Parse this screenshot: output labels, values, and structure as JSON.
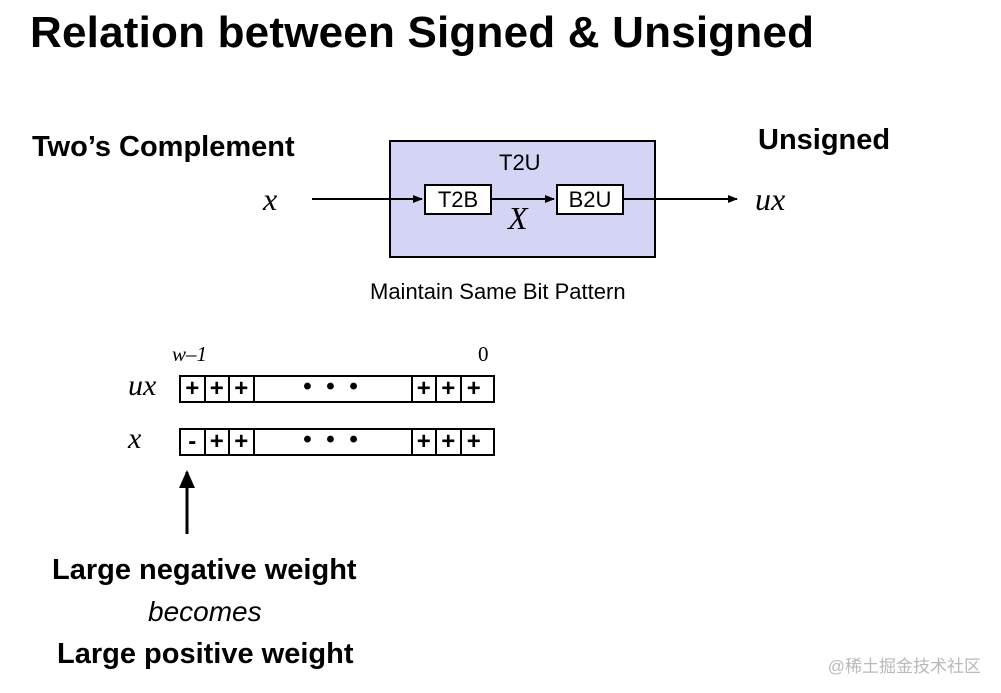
{
  "title": "Relation between Signed & Unsigned",
  "left_label": "Two’s Complement",
  "right_label": "Unsigned",
  "input_var": "x",
  "output_var": "ux",
  "outer_box_label": "T2U",
  "inner_boxes": [
    "T2B",
    "B2U"
  ],
  "middle_var": "X",
  "caption": "Maintain Same Bit Pattern",
  "bit_index_high": "w–1",
  "bit_index_low": "0",
  "rows": [
    {
      "label": "ux",
      "bits_left": [
        "+",
        "+",
        "+"
      ],
      "dots": "• • •",
      "bits_right": [
        "+",
        "+",
        "+"
      ]
    },
    {
      "label": "x",
      "bits_left": [
        "-",
        "+",
        "+"
      ],
      "dots": "• • •",
      "bits_right": [
        "+",
        "+",
        "+"
      ]
    }
  ],
  "note": {
    "line1": "Large negative weight",
    "line2": "becomes",
    "line3": "Large positive weight"
  },
  "watermark": "@稀土掘金技术社区",
  "colors": {
    "box_fill": "#d4d4f5",
    "ink": "#000000",
    "watermark": "#b9b9b9"
  }
}
